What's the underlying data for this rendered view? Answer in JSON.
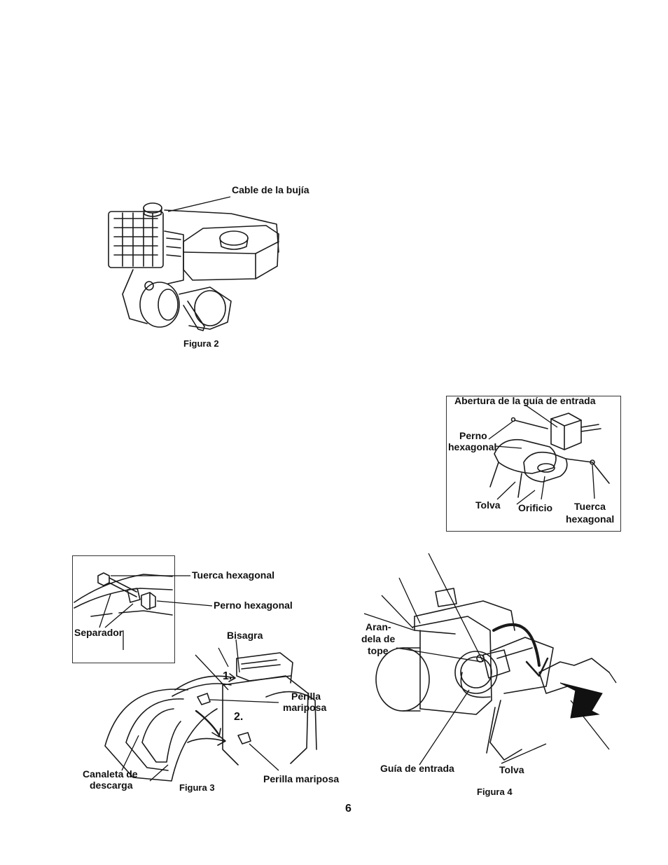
{
  "figure2": {
    "callout_spark_cable": "Cable de la bujía",
    "caption": "Figura 2"
  },
  "inset_chute": {
    "label_entry_guide_opening": "Abertura de la guía de entrada",
    "label_hex_bolt_line1": "Perno",
    "label_hex_bolt_line2": "hexagonal",
    "label_hopper": "Tolva",
    "label_hole": "Orificio",
    "label_hex_nut_line1": "Tuerca",
    "label_hex_nut_line2": "hexagonal"
  },
  "inset_hinge": {
    "label_hex_nut": "Tuerca hexagonal",
    "label_hex_bolt": "Perno hexagonal",
    "label_spacer": "Separador"
  },
  "figure3": {
    "label_hinge": "Bisagra",
    "step1": "1.",
    "step2": "2.",
    "label_wing_knob_line1": "Perilla",
    "label_wing_knob_line2": "mariposa",
    "label_discharge_line1": "Canaleta de",
    "label_discharge_line2": "descarga",
    "label_wing_knob_bottom": "Perilla mariposa",
    "caption": "Figura 3"
  },
  "figure4": {
    "label_washer_line1": "Aran-",
    "label_washer_line2": "dela de",
    "label_washer_line3": "tope",
    "label_entry_guide": "Guía de entrada",
    "label_hopper": "Tolva",
    "caption": "Figura 4"
  },
  "page": {
    "number": "6"
  }
}
